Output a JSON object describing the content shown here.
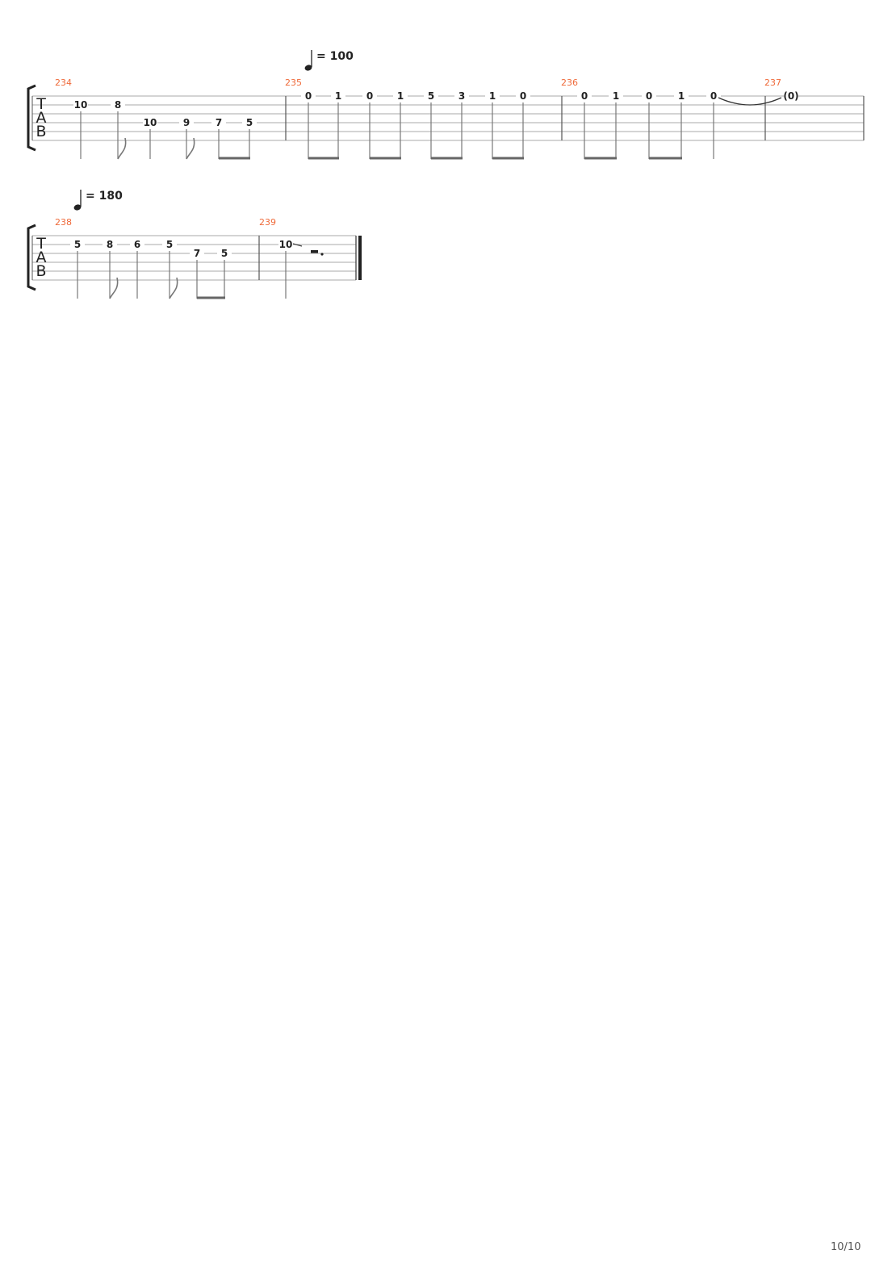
{
  "clef": "TAB",
  "page_number": "10/10",
  "systems": [
    {
      "tempo": "= 100",
      "measures": [
        {
          "number": "234",
          "frets": [
            "10",
            "8",
            "10",
            "9",
            "7",
            "5"
          ]
        },
        {
          "number": "235",
          "frets": [
            "0",
            "1",
            "0",
            "1",
            "5",
            "3",
            "1",
            "0"
          ]
        },
        {
          "number": "236",
          "frets": [
            "0",
            "1",
            "0",
            "1",
            "0"
          ]
        },
        {
          "number": "237",
          "frets": [
            "(0)"
          ]
        }
      ]
    },
    {
      "tempo": "= 180",
      "measures": [
        {
          "number": "238",
          "frets": [
            "5",
            "8",
            "6",
            "5",
            "7",
            "5"
          ]
        },
        {
          "number": "239",
          "frets": [
            "10"
          ]
        }
      ]
    }
  ]
}
